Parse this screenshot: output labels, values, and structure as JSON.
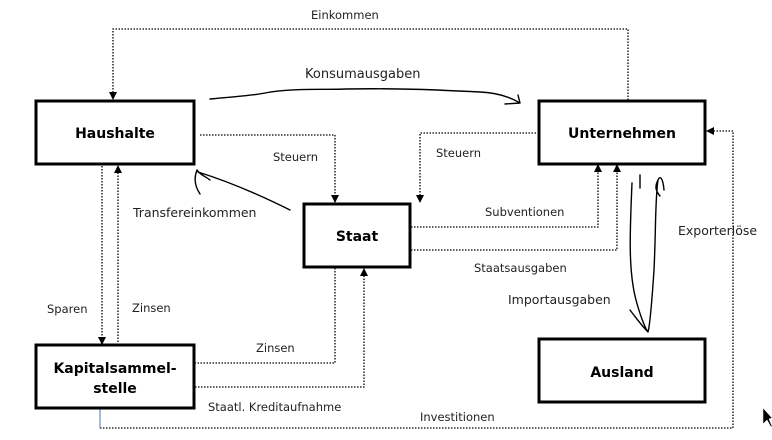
{
  "nodes": {
    "haushalte": "Haushalte",
    "unternehmen": "Unternehmen",
    "staat": "Staat",
    "kapital_line1": "Kapitalsammel-",
    "kapital_line2": "stelle",
    "ausland": "Ausland"
  },
  "flows": {
    "einkommen": "Einkommen",
    "konsumausgaben": "Konsumausgaben",
    "steuern_haushalte": "Steuern",
    "steuern_unternehmen": "Steuern",
    "transfereinkommen": "Transfereinkommen",
    "subventionen": "Subventionen",
    "staatsausgaben": "Staatsausgaben",
    "exporterloese": "Exporterlöse",
    "importausgaben": "Importausgaben",
    "sparen": "Sparen",
    "zinsen_haushalte": "Zinsen",
    "zinsen_staat": "Zinsen",
    "kreditaufnahme": "Staatl. Kreditaufnahme",
    "investitionen": "Investitionen"
  }
}
